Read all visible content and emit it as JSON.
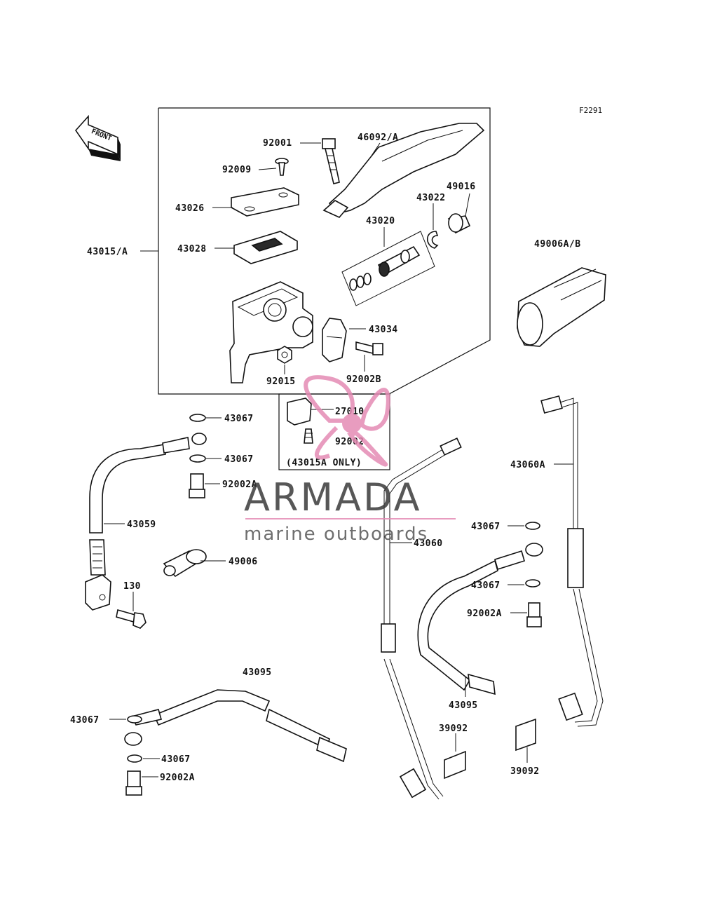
{
  "figure_id": "F2291",
  "front_arrow_label": "FRONT",
  "subassembly_note": "(43015A ONLY)",
  "parts": {
    "p92001": "92001",
    "p46092A": "46092/A",
    "p92009": "92009",
    "p43026": "43026",
    "p43022": "43022",
    "p49016": "49016",
    "p43020": "43020",
    "p43015A": "43015/A",
    "p43028": "43028",
    "p49006AB": "49006A/B",
    "p43034": "43034",
    "p92015": "92015",
    "p92002B": "92002B",
    "p27010": "27010",
    "p92002": "92002",
    "p43067_a": "43067",
    "p43067_b": "43067",
    "p92002A_a": "92002A",
    "p43059": "43059",
    "p49006": "49006",
    "p130": "130",
    "p43060A": "43060A",
    "p43067_c": "43067",
    "p43060": "43060",
    "p43067_d": "43067",
    "p92002A_b": "92002A",
    "p43095_a": "43095",
    "p43095_b": "43095",
    "p39092_a": "39092",
    "p39092_b": "39092",
    "p43067_e": "43067",
    "p43067_f": "43067",
    "p92002A_c": "92002A"
  },
  "watermark": {
    "brand": "ARMADA",
    "tagline": "marine outboards",
    "color_brand": "#3a3a3a",
    "color_accent": "#e48bb4"
  }
}
